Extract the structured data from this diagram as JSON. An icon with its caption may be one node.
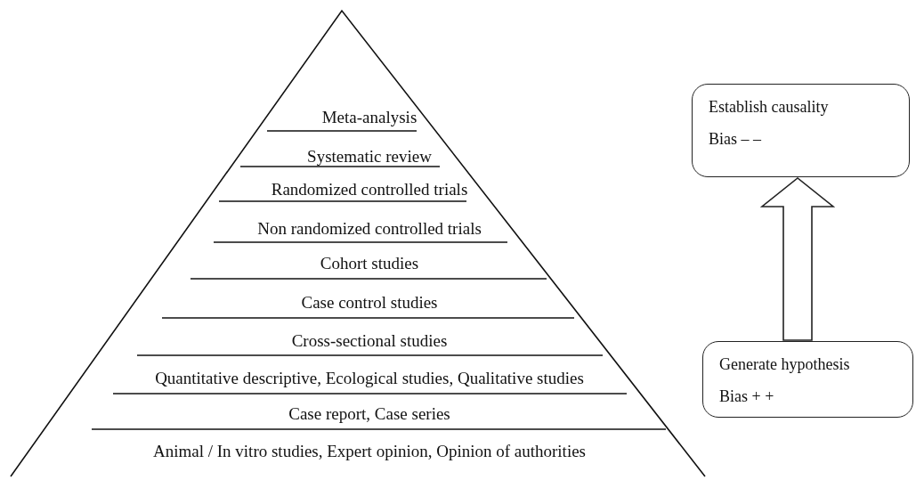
{
  "diagram": {
    "nodes": [
      {
        "text": [
          "Establish causality",
          "Bias – –"
        ]
      },
      {
        "text": [
          "Generate hypothesis",
          "Bias + +"
        ]
      }
    ],
    "edges": [
      {
        "from": 1,
        "to": 0,
        "arrow": "to"
      }
    ],
    "labels": [
      "Meta-analysis",
      "Systematic review",
      "Randomized controlled trials",
      "Non randomized controlled trials",
      "Cohort studies",
      "Case control studies",
      "Cross-sectional studies",
      "Quantitative descriptive, Ecological studies, Qualitative studies",
      "Case report, Case series",
      "Animal / In vitro studies, Expert opinion, Opinion of authorities"
    ]
  }
}
